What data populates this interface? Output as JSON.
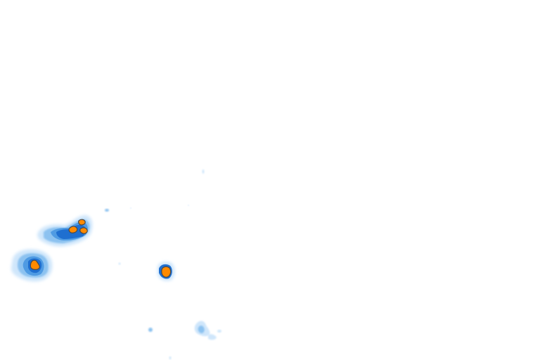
{
  "map": {
    "type": "precipitation-radar-overlay",
    "background": "#ffffff",
    "palette": {
      "very_light": "#cfe6fb",
      "light": "#8cc2f0",
      "medium": "#4f9be3",
      "heavy": "#1f6fd0",
      "intense_outline": "#4a4a4a",
      "intense_fill": "#ff8a00"
    },
    "cells": [
      {
        "id": "cell-west",
        "intensity": "intense"
      },
      {
        "id": "cell-northwest",
        "intensity": "intense"
      },
      {
        "id": "cell-central",
        "intensity": "intense"
      },
      {
        "id": "cell-south-scatter",
        "intensity": "light"
      },
      {
        "id": "cell-specks",
        "intensity": "very_light"
      }
    ]
  }
}
